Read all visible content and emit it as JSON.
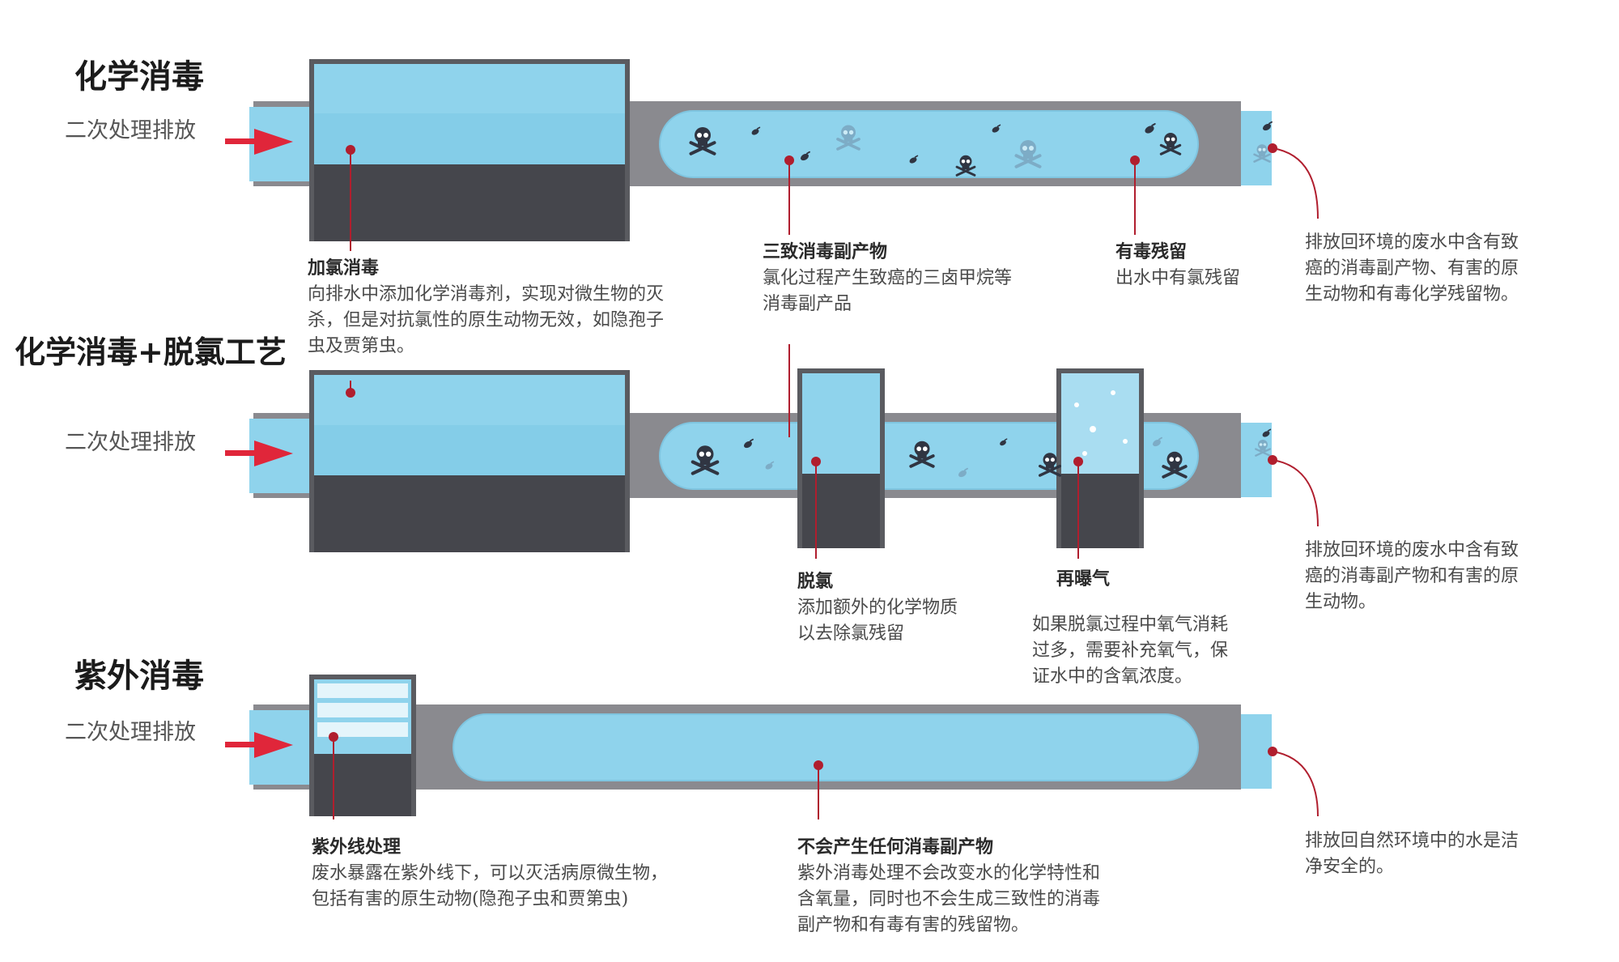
{
  "colors": {
    "water": "#8fd3ec",
    "water_light": "#b7e6f6",
    "water_inner": "#76c6e6",
    "pipe": "#8a8a8f",
    "tank_dark": "#45464c",
    "tank_frame": "#5a5b60",
    "arrow": "#e0263a",
    "callout": "#b01e2e",
    "text": "#222222"
  },
  "icons": [
    "inlet-arrow-icon",
    "skull-crossbones-icon",
    "microbe-icon"
  ],
  "sections": [
    {
      "title": "化学消毒",
      "inlet": "二次处理排放",
      "notes": [
        {
          "heading": "加氯消毒",
          "lines": [
            "向排水中添加化学消毒剂，实现对微生物的灭",
            "杀，但是对抗氯性的原生动物无效，如隐孢子",
            "虫及贾第虫。"
          ]
        },
        {
          "heading": "三致消毒副产物",
          "lines": [
            "氯化过程产生致癌的三卤甲烷等",
            "消毒副产品"
          ]
        },
        {
          "heading": "有毒残留",
          "lines": [
            "出水中有氯残留"
          ]
        },
        {
          "heading": "",
          "lines": [
            "排放回环境的废水中含有致",
            "癌的消毒副产物、有害的原",
            "生动物和有毒化学残留物。"
          ]
        }
      ]
    },
    {
      "title": "化学消毒+脱氯工艺",
      "inlet": "二次处理排放",
      "notes": [
        {
          "heading": "脱氯",
          "lines": [
            "添加额外的化学物质",
            "以去除氯残留"
          ]
        },
        {
          "heading": "再曝气",
          "lines": [
            "如果脱氯过程中氧气消耗",
            "过多，需要补充氧气，保",
            "证水中的含氧浓度。"
          ]
        },
        {
          "heading": "",
          "lines": [
            "排放回环境的废水中含有致",
            "癌的消毒副产物和有害的原",
            "生动物。"
          ]
        }
      ]
    },
    {
      "title": "紫外消毒",
      "inlet": "二次处理排放",
      "notes": [
        {
          "heading": "紫外线处理",
          "lines": [
            "废水暴露在紫外线下，可以灭活病原微生物，",
            "包括有害的原生动物(隐孢子虫和贾第虫)"
          ]
        },
        {
          "heading": "不会产生任何消毒副产物",
          "lines": [
            "紫外消毒处理不会改变水的化学特性和",
            "含氧量，同时也不会生成三致性的消毒",
            "副产物和有毒有害的残留物。"
          ]
        },
        {
          "heading": "",
          "lines": [
            "排放回自然环境中的水是洁",
            "净安全的。"
          ]
        }
      ]
    }
  ]
}
